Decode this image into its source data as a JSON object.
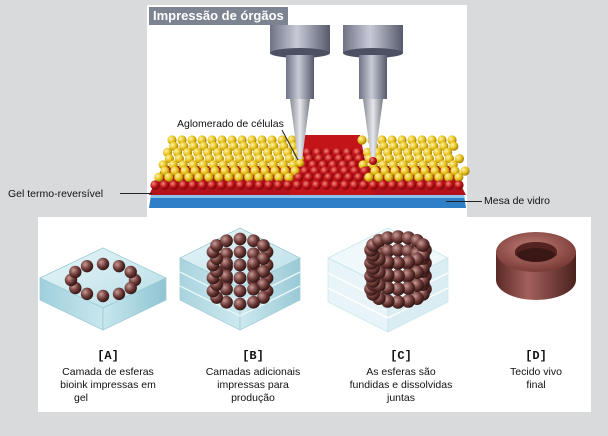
{
  "title": "Impressão de órgãos",
  "labels": {
    "cluster": "Aglomerado de células",
    "gel": "Gel termo-reversível",
    "glass_table": "Mesa de vidro"
  },
  "steps": [
    {
      "letter": "[A]",
      "caption_lines": [
        "Camada de esferas",
        "bioink impressas em",
        "gel"
      ]
    },
    {
      "letter": "[B]",
      "caption_lines": [
        "Camadas adicionais",
        "impressas para",
        "produção"
      ]
    },
    {
      "letter": "[C]",
      "caption_lines": [
        "As esferas são",
        "fundidas e dissolvidas",
        "juntas"
      ]
    },
    {
      "letter": "[D]",
      "caption_lines": [
        "Tecido vivo",
        "final"
      ]
    }
  ],
  "colors": {
    "background": "#d9dadc",
    "title_badge": "#7d8491",
    "yellow_sphere": "#e8c21c",
    "red_sphere": "#c3141a",
    "glass_table": "#2f7fc7",
    "tissue": "#8c4a45",
    "gel_cube": "#bfe3ea"
  },
  "icons": {
    "nozzle_left": "print-nozzle-icon",
    "nozzle_right": "print-nozzle-icon"
  }
}
